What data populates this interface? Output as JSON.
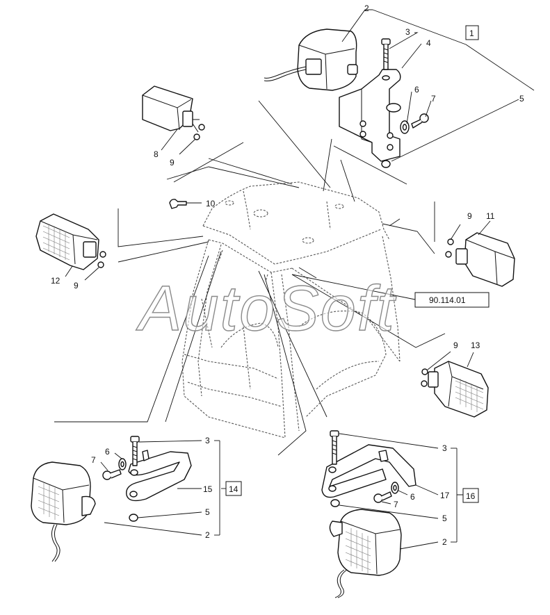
{
  "watermark": "AutoSoft",
  "reference_box": "90.114.01",
  "group_boxes": {
    "g1": "1",
    "g14": "14",
    "g16": "16"
  },
  "callouts": {
    "c2_top": "2",
    "c3_top": "3",
    "c4_top": "4",
    "c5_top": "5",
    "c6_top": "6",
    "c7_top": "7",
    "c8": "8",
    "c9_a": "9",
    "c10": "10",
    "c9_b": "9",
    "c11": "11",
    "c12": "12",
    "c9_c": "9",
    "c9_d": "9",
    "c13": "13",
    "c6_l": "6",
    "c7_l": "7",
    "c3_l": "3",
    "c15": "15",
    "c5_l": "5",
    "c2_l": "2",
    "c3_r": "3",
    "c7_r": "7",
    "c6_r": "6",
    "c17": "17",
    "c5_r": "5",
    "c2_r": "2"
  },
  "colors": {
    "line": "#111111",
    "cab": "#555555",
    "watermark_stroke": "#8a8a8a"
  }
}
